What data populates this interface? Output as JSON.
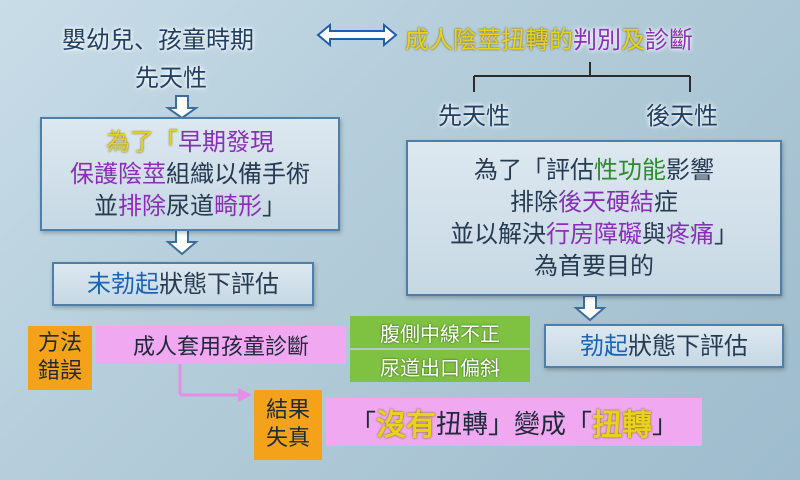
{
  "title_left": "嬰幼兒、孩童時期",
  "title_right": [
    "成人陰莖扭轉的",
    "判別",
    "及",
    "診斷"
  ],
  "left_congenital": "先天性",
  "right_congenital": "先天性",
  "right_acquired": "後天性",
  "left_box": {
    "line1": [
      "為了「",
      "早期發現"
    ],
    "line2": [
      "保護陰莖",
      "組織以備手術"
    ],
    "line3": [
      "並",
      "排除",
      "尿道",
      "畸形",
      "」"
    ]
  },
  "right_box": {
    "line1": [
      "為了「評估",
      "性功能",
      "影響"
    ],
    "line2": [
      "排除",
      "後天",
      "硬結",
      "症"
    ],
    "line3": [
      "並以解決",
      "行房障礙",
      "與",
      "疼痛",
      "」"
    ],
    "line4": "為首要目的"
  },
  "left_eval": [
    "未勃起",
    "狀態下評估"
  ],
  "right_eval": [
    "勃起",
    "狀態下評估"
  ],
  "method_error": "方法錯誤",
  "adult_apply": "成人套用孩童診斷",
  "green_1": "腹側中線不正",
  "green_2": "尿道出口偏斜",
  "result_wrong": "結果失真",
  "final": [
    "「",
    "沒有",
    "扭轉",
    "」變成「",
    "扭轉",
    "」"
  ],
  "colors": {
    "yellow": "#e8d21a",
    "purple": "#8b2db8",
    "blue": "#1b63b5",
    "green": "#2d8a2d",
    "orange": "#f4a21a",
    "pink": "#f0a8f0",
    "lime": "#7fc242"
  }
}
